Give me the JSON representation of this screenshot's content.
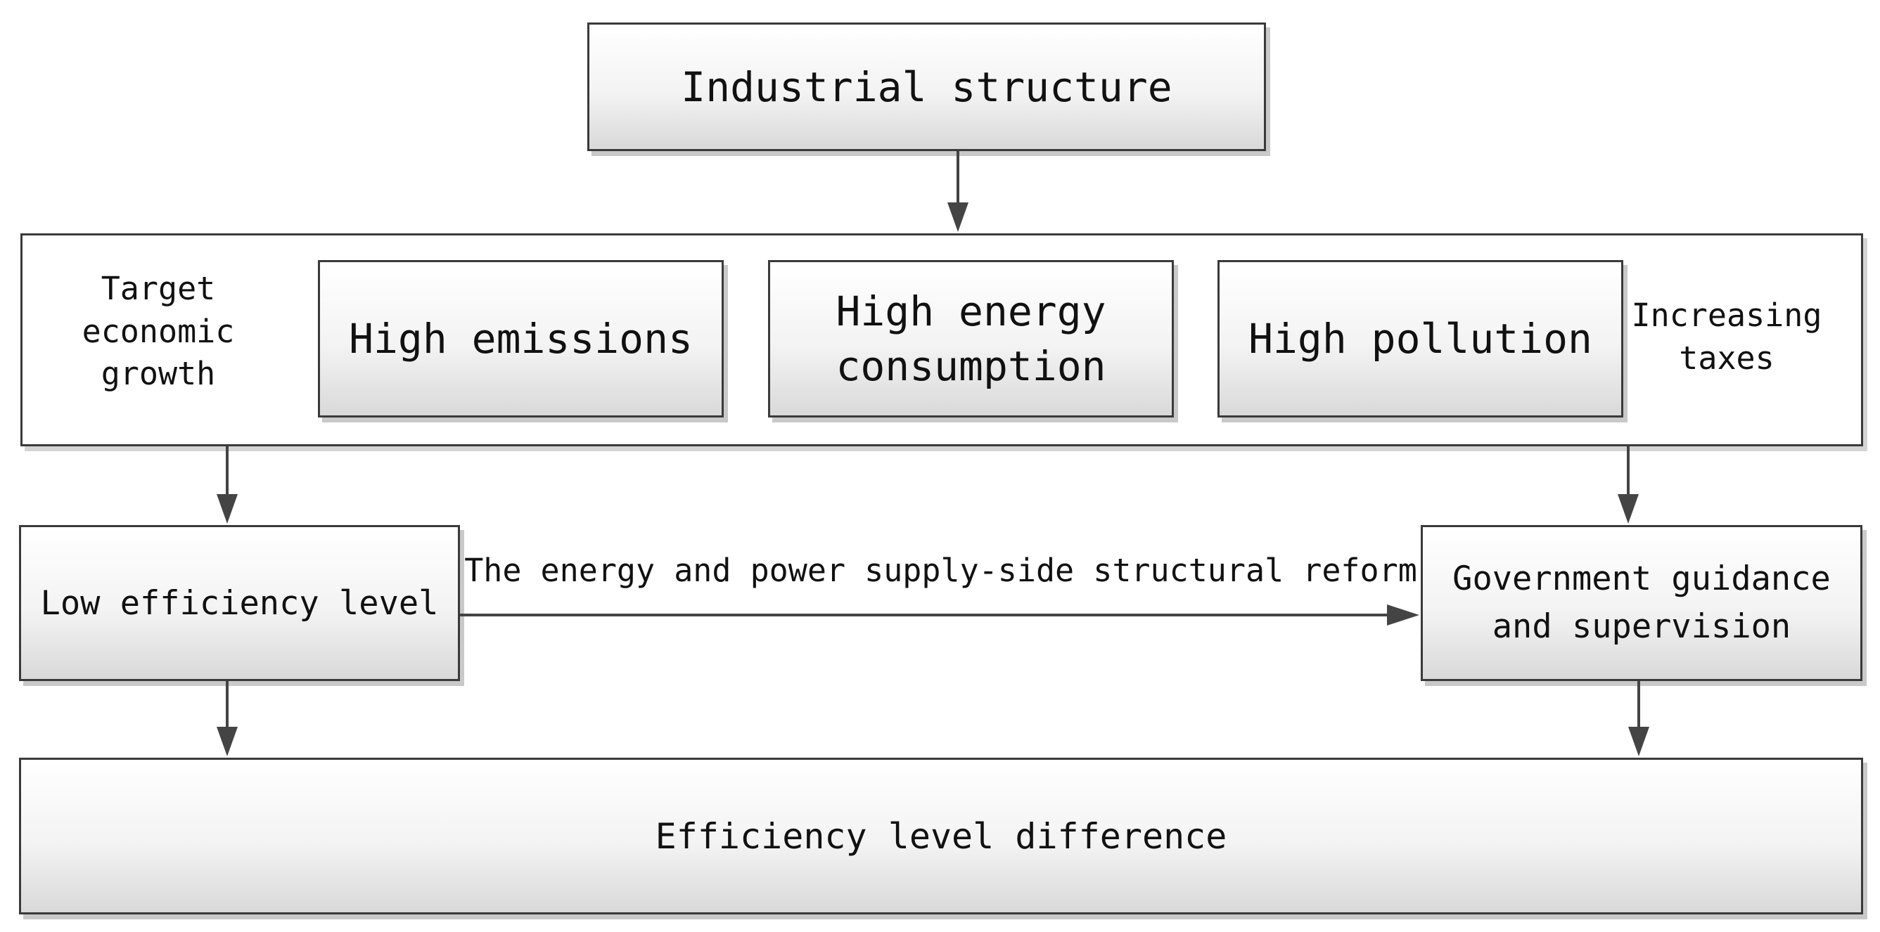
{
  "nodes": {
    "industrial_structure": "Industrial structure",
    "high_emissions": "High emissions",
    "high_energy_consumption": "High energy\nconsumption",
    "high_pollution": "High pollution",
    "target_economic_growth": "Target\neconomic\ngrowth",
    "increasing_taxes": "Increasing\ntaxes",
    "low_efficiency_level": "Low efficiency level",
    "government_guidance": "Government guidance\nand supervision",
    "efficiency_level_difference": "Efficiency level difference"
  },
  "edges": {
    "reform_label": "The energy and power supply-side structural reform"
  }
}
